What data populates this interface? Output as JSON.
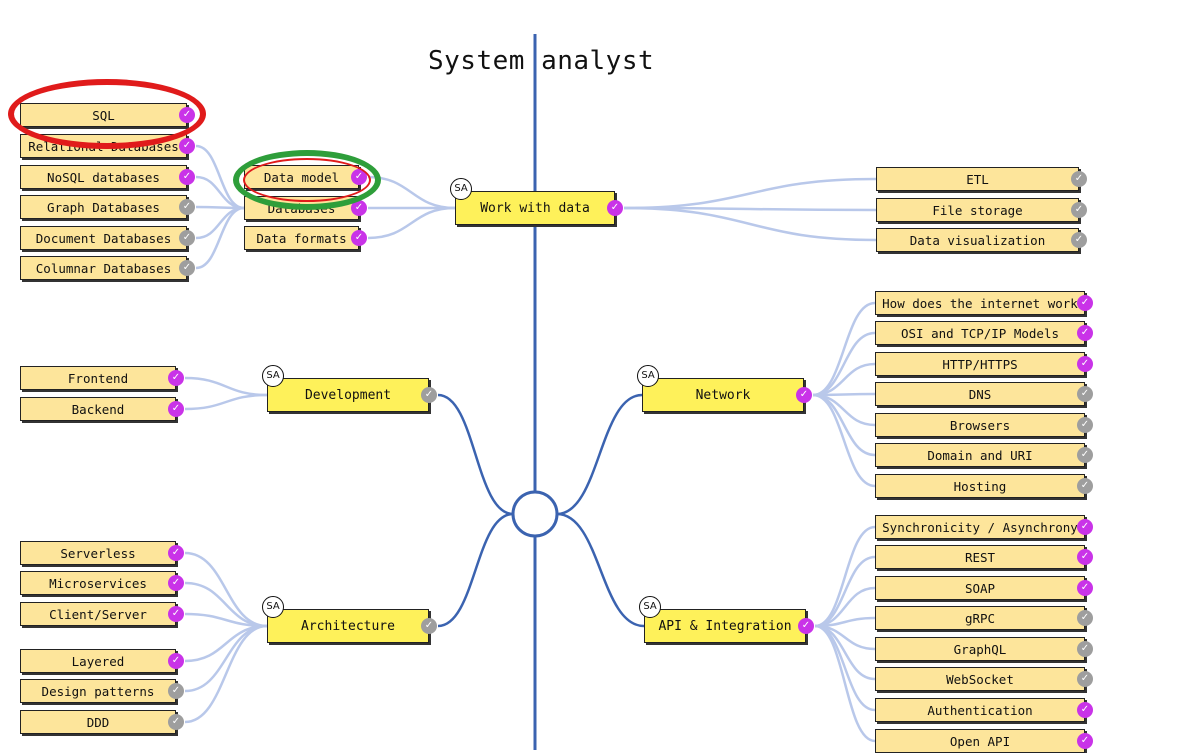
{
  "title": "System analyst",
  "colors": {
    "done": "#c933e8",
    "todo": "#9e9e9e",
    "leaf": "#fde59b",
    "main": "#fef15a",
    "line": "#3b63b0",
    "wire": "#b9c8ea",
    "circle_red": "#e01b1b",
    "circle_green": "#2e9e3a"
  },
  "sections": [
    {
      "id": "work-with-data",
      "label": "Work with data",
      "status": "done"
    },
    {
      "id": "development",
      "label": "Development",
      "status": "todo"
    },
    {
      "id": "architecture",
      "label": "Architecture",
      "status": "todo"
    },
    {
      "id": "network",
      "label": "Network",
      "status": "done"
    },
    {
      "id": "api-integration",
      "label": "API & Integration",
      "status": "done"
    }
  ],
  "sa_badge": "SA",
  "leaves": [
    {
      "id": "sql",
      "label": "SQL",
      "status": "done"
    },
    {
      "id": "relational-databases",
      "label": "Relational Databases",
      "status": "done"
    },
    {
      "id": "nosql-databases",
      "label": "NoSQL databases",
      "status": "done"
    },
    {
      "id": "graph-databases",
      "label": "Graph Databases",
      "status": "todo"
    },
    {
      "id": "document-databases",
      "label": "Document Databases",
      "status": "todo"
    },
    {
      "id": "columnar-databases",
      "label": "Columnar Databases",
      "status": "todo"
    },
    {
      "id": "data-model",
      "label": "Data model",
      "status": "done"
    },
    {
      "id": "databases",
      "label": "Databases",
      "status": "done"
    },
    {
      "id": "data-formats",
      "label": "Data formats",
      "status": "done"
    },
    {
      "id": "etl",
      "label": "ETL",
      "status": "todo"
    },
    {
      "id": "file-storage",
      "label": "File storage",
      "status": "todo"
    },
    {
      "id": "data-visualization",
      "label": "Data visualization",
      "status": "todo"
    },
    {
      "id": "frontend",
      "label": "Frontend",
      "status": "done"
    },
    {
      "id": "backend",
      "label": "Backend",
      "status": "done"
    },
    {
      "id": "serverless",
      "label": "Serverless",
      "status": "done"
    },
    {
      "id": "microservices",
      "label": "Microservices",
      "status": "done"
    },
    {
      "id": "client-server",
      "label": "Client/Server",
      "status": "done"
    },
    {
      "id": "layered",
      "label": "Layered",
      "status": "done"
    },
    {
      "id": "design-patterns",
      "label": "Design patterns",
      "status": "todo"
    },
    {
      "id": "ddd",
      "label": "DDD",
      "status": "todo"
    },
    {
      "id": "how-internet-works",
      "label": "How does the internet work",
      "status": "done"
    },
    {
      "id": "osi-tcp-ip",
      "label": "OSI and TCP/IP Models",
      "status": "done"
    },
    {
      "id": "http-https",
      "label": "HTTP/HTTPS",
      "status": "done"
    },
    {
      "id": "dns",
      "label": "DNS",
      "status": "todo"
    },
    {
      "id": "browsers",
      "label": "Browsers",
      "status": "todo"
    },
    {
      "id": "domain-uri",
      "label": "Domain and URI",
      "status": "todo"
    },
    {
      "id": "hosting",
      "label": "Hosting",
      "status": "todo"
    },
    {
      "id": "sync-async",
      "label": "Synchronicity / Asynchrony",
      "status": "done"
    },
    {
      "id": "rest",
      "label": "REST",
      "status": "done"
    },
    {
      "id": "soap",
      "label": "SOAP",
      "status": "done"
    },
    {
      "id": "grpc",
      "label": "gRPC",
      "status": "todo"
    },
    {
      "id": "graphql",
      "label": "GraphQL",
      "status": "todo"
    },
    {
      "id": "websocket",
      "label": "WebSocket",
      "status": "todo"
    },
    {
      "id": "authentication",
      "label": "Authentication",
      "status": "done"
    },
    {
      "id": "open-api",
      "label": "Open API",
      "status": "done"
    }
  ]
}
